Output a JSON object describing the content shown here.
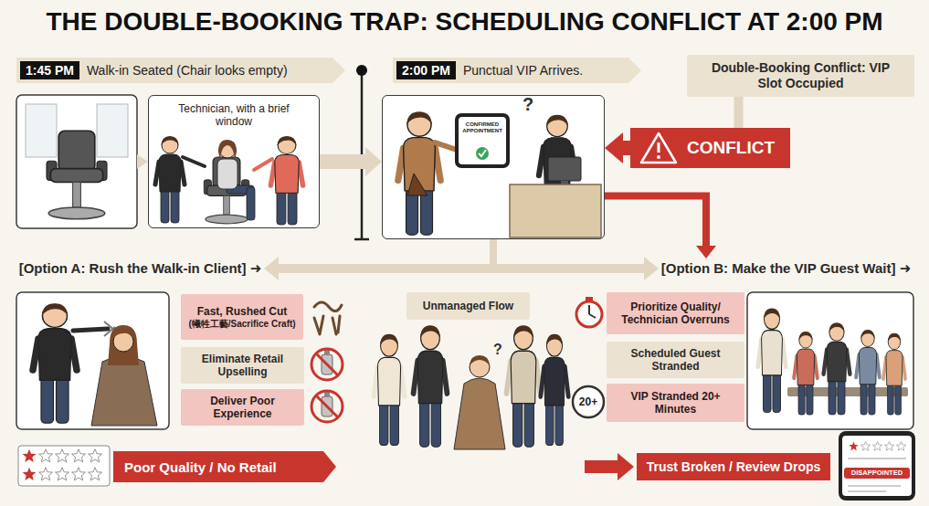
{
  "diagram": {
    "title": "THE DOUBLE-BOOKING TRAP: SCHEDULING CONFLICT AT 2:00 PM",
    "nodes": [
      {
        "text": [
          "1:45 PM",
          "Walk-in Seated (Chair looks empty)"
        ]
      },
      {
        "text": [
          "2:00 PM",
          "Punctual VIP Arrives."
        ]
      },
      {
        "text": [
          "Double-Booking Conflict: VIP Slot Occupied"
        ]
      },
      {
        "text": [
          "Technician, with a brief window"
        ]
      },
      {
        "text": [
          "CONFIRMED APPOINTMENT",
          "?"
        ]
      },
      {
        "text": [
          "CONFLICT"
        ]
      },
      {
        "text": [
          "[Option A: Rush the Walk-in Client] ➜"
        ]
      },
      {
        "text": [
          "[Option B: Make the VIP Guest Wait] ➜"
        ]
      },
      {
        "text": [
          "Fast, Rushed Cut",
          "(犧牲工藝/Sacrifice Craft)"
        ]
      },
      {
        "text": [
          "Eliminate Retail Upselling"
        ]
      },
      {
        "text": [
          "Deliver Poor Experience"
        ]
      },
      {
        "text": [
          "Unmanaged Flow"
        ]
      },
      {
        "text": [
          "Prioritize Quality/ Technician Overruns"
        ]
      },
      {
        "text": [
          "Scheduled Guest Stranded"
        ]
      },
      {
        "text": [
          "VIP Stranded 20+ Minutes"
        ]
      },
      {
        "text": [
          "Poor Quality / No Retail"
        ]
      },
      {
        "text": [
          "Trust Broken / Review Drops"
        ]
      }
    ],
    "edges": [
      {
        "from": 3,
        "to": 4,
        "arrow": "to"
      },
      {
        "from": 2,
        "to": 5,
        "arrow": "none"
      },
      {
        "from": 5,
        "to": 4,
        "arrow": "to"
      },
      {
        "from": 4,
        "to": 7,
        "arrow": "to"
      },
      {
        "from": 6,
        "to": 7,
        "arrow": "both"
      }
    ],
    "labels": [
      "?",
      "20+",
      "DISAPPOINTED"
    ]
  }
}
